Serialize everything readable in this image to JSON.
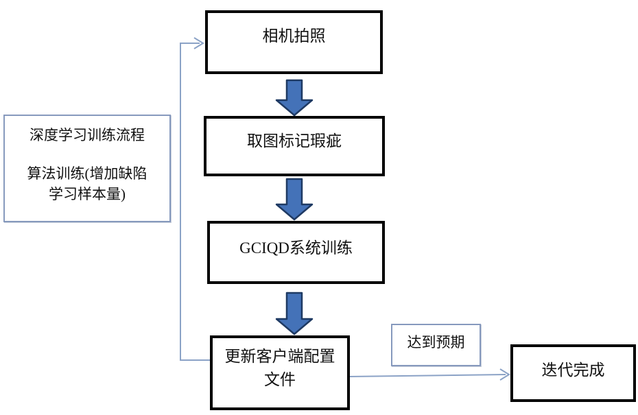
{
  "note": {
    "lines": [
      "深度学习训练流程",
      "算法训练(增加缺陷",
      "学习样本量)"
    ]
  },
  "nodes": {
    "camera": {
      "label": "相机拍照"
    },
    "mark_defects": {
      "label": "取图标记瑕疵"
    },
    "system_training": {
      "label": "GCIQD系统训练"
    },
    "update_config": {
      "line1": "更新客户端配置",
      "line2": "文件"
    },
    "expectation": {
      "label": "达到预期"
    },
    "iteration_done": {
      "label": "迭代完成"
    }
  },
  "colors": {
    "arrow_fill": "#4472b8",
    "arrow_stroke": "#1f3a63",
    "connector": "#8ba2c6",
    "box_border": "#000000",
    "note_border": "#8699bd",
    "text": "#111111",
    "background": "#ffffff"
  }
}
